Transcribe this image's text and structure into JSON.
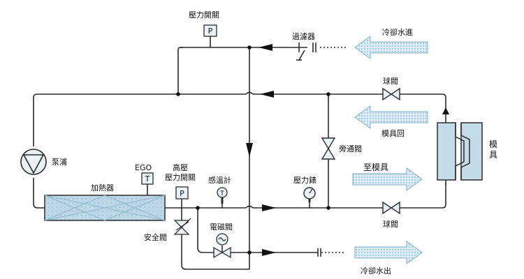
{
  "labels": {
    "pressure_switch_top": "壓力開關",
    "filter": "過濾器",
    "cooling_water_in": "冷卻水進",
    "ball_valve_top": "球閥",
    "mold_return": "模具回",
    "mold": "模具",
    "bypass_valve": "旁通閥",
    "to_mold": "至模具",
    "pressure_gauge": "壓力錶",
    "ball_valve_bottom": "球閥",
    "cooling_water_out": "冷卻水出",
    "pump": "泵浦",
    "heater": "加熱器",
    "ego": "EGO",
    "high_pressure_switch_line1": "高壓",
    "high_pressure_switch_line2": "壓力開關",
    "thermometer": "感溫計",
    "solenoid_valve": "電磁閥",
    "safety_valve": "安全閥"
  },
  "symbols": {
    "pressure_letter": "P",
    "temperature_letter": "T"
  },
  "colors": {
    "pipe": "#2b2b2b",
    "arrow_fill": "#dcecf4",
    "arrow_dots": "#7fb2c8",
    "heater_fill": "#bcd8e6",
    "mold_fill": "#c4dce8",
    "symbol_fill": "#e8f2f7"
  }
}
